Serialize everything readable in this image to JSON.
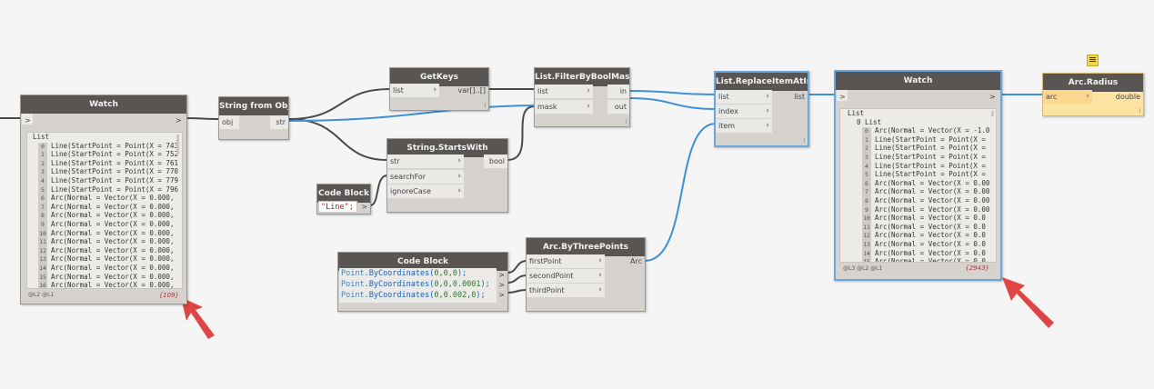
{
  "nodes": {
    "watch1": {
      "title": "Watch",
      "input_arrow": ">",
      "output_arrow": ">",
      "list_header": "List",
      "items": [
        {
          "i": "0",
          "t": "Line(StartPoint = Point(X = 743"
        },
        {
          "i": "1",
          "t": "Line(StartPoint = Point(X = 752"
        },
        {
          "i": "2",
          "t": "Line(StartPoint = Point(X = 761"
        },
        {
          "i": "3",
          "t": "Line(StartPoint = Point(X = 770"
        },
        {
          "i": "4",
          "t": "Line(StartPoint = Point(X = 779"
        },
        {
          "i": "5",
          "t": "Line(StartPoint = Point(X = 796"
        },
        {
          "i": "6",
          "t": "Arc(Normal = Vector(X = 0.000,"
        },
        {
          "i": "7",
          "t": "Arc(Normal = Vector(X = 0.000,"
        },
        {
          "i": "8",
          "t": "Arc(Normal = Vector(X = 0.000,"
        },
        {
          "i": "9",
          "t": "Arc(Normal = Vector(X = 0.000,"
        },
        {
          "i": "10",
          "t": "Arc(Normal = Vector(X = 0.000,"
        },
        {
          "i": "11",
          "t": "Arc(Normal = Vector(X = 0.000,"
        },
        {
          "i": "12",
          "t": "Arc(Normal = Vector(X = 0.000,"
        },
        {
          "i": "13",
          "t": "Arc(Normal = Vector(X = 0.000,"
        },
        {
          "i": "14",
          "t": "Arc(Normal = Vector(X = 0.000,"
        },
        {
          "i": "15",
          "t": "Arc(Normal = Vector(X = 0.000,"
        },
        {
          "i": "16",
          "t": "Arc(Normal = Vector(X = 0.000,"
        }
      ],
      "levels": "@L2 @L1",
      "count": "{109}"
    },
    "string_from_object": {
      "title": "String from Object",
      "in": "obj",
      "out": "str"
    },
    "getkeys": {
      "title": "GetKeys",
      "in": "list",
      "out": "var[]..[]",
      "lacing": "l"
    },
    "starts_with": {
      "title": "String.StartsWith",
      "in1": "str",
      "in2": "searchFor",
      "in3": "ignoreCase",
      "out": "bool"
    },
    "code_block1": {
      "title": "Code Block",
      "code": "\"Line\";",
      "out": ">"
    },
    "filter": {
      "title": "List.FilterByBoolMask",
      "in1": "list",
      "in2": "mask",
      "out1": "in",
      "out2": "out",
      "lacing": "l"
    },
    "replace": {
      "title": "List.ReplaceItemAtIndex",
      "in1": "list",
      "in2": "index",
      "in3": "item",
      "out": "list",
      "lacing": "l"
    },
    "watch2": {
      "title": "Watch",
      "input_arrow": ">",
      "output_arrow": ">",
      "list_header": "List",
      "sub_header": "0 List",
      "items": [
        {
          "i": "0",
          "t": "Arc(Normal = Vector(X = -1.0"
        },
        {
          "i": "1",
          "t": "Line(StartPoint = Point(X ="
        },
        {
          "i": "2",
          "t": "Line(StartPoint = Point(X ="
        },
        {
          "i": "3",
          "t": "Line(StartPoint = Point(X ="
        },
        {
          "i": "4",
          "t": "Line(StartPoint = Point(X ="
        },
        {
          "i": "5",
          "t": "Line(StartPoint = Point(X ="
        },
        {
          "i": "6",
          "t": "Arc(Normal = Vector(X = 0.00"
        },
        {
          "i": "7",
          "t": "Arc(Normal = Vector(X = 0.00"
        },
        {
          "i": "8",
          "t": "Arc(Normal = Vector(X = 0.00"
        },
        {
          "i": "9",
          "t": "Arc(Normal = Vector(X = 0.00"
        },
        {
          "i": "10",
          "t": "Arc(Normal = Vector(X = 0.0"
        },
        {
          "i": "11",
          "t": "Arc(Normal = Vector(X = 0.0"
        },
        {
          "i": "12",
          "t": "Arc(Normal = Vector(X = 0.0"
        },
        {
          "i": "13",
          "t": "Arc(Normal = Vector(X = 0.0"
        },
        {
          "i": "14",
          "t": "Arc(Normal = Vector(X = 0.0"
        },
        {
          "i": "15",
          "t": "Arc(Normal = Vector(X = 0.0"
        }
      ],
      "levels": "@L3 @L2 @L1",
      "count": "{2943}"
    },
    "arc_radius": {
      "title": "Arc.Radius",
      "in": "arc",
      "out": "double",
      "lacing": "l"
    },
    "code_block2": {
      "title": "Code Block",
      "lines": [
        {
          "fn": "Point",
          "rest": ".ByCoordinates(",
          "args": "0,0,0",
          "end": ");"
        },
        {
          "fn": "Point",
          "rest": ".ByCoordinates(",
          "args": "0,0,0.0001",
          "end": ");"
        },
        {
          "fn": "Point",
          "rest": ".ByCoordinates(",
          "args": "0,0.002,0",
          "end": ");"
        }
      ],
      "out": ">"
    },
    "arc_three_points": {
      "title": "Arc.ByThreePoints",
      "in1": "firstPoint",
      "in2": "secondPoint",
      "in3": "thirdPoint",
      "out": "Arc"
    }
  },
  "colors": {
    "wire_dark": "#4a4a4a",
    "wire_blue": "#3d8fd6",
    "selected": "#6aa6df",
    "header": "#595552",
    "arrow": "#e04545",
    "note": "#f2d44e"
  },
  "annotations": [
    "red-arrow-pointing-watch1-count",
    "red-arrow-pointing-watch2-count"
  ]
}
